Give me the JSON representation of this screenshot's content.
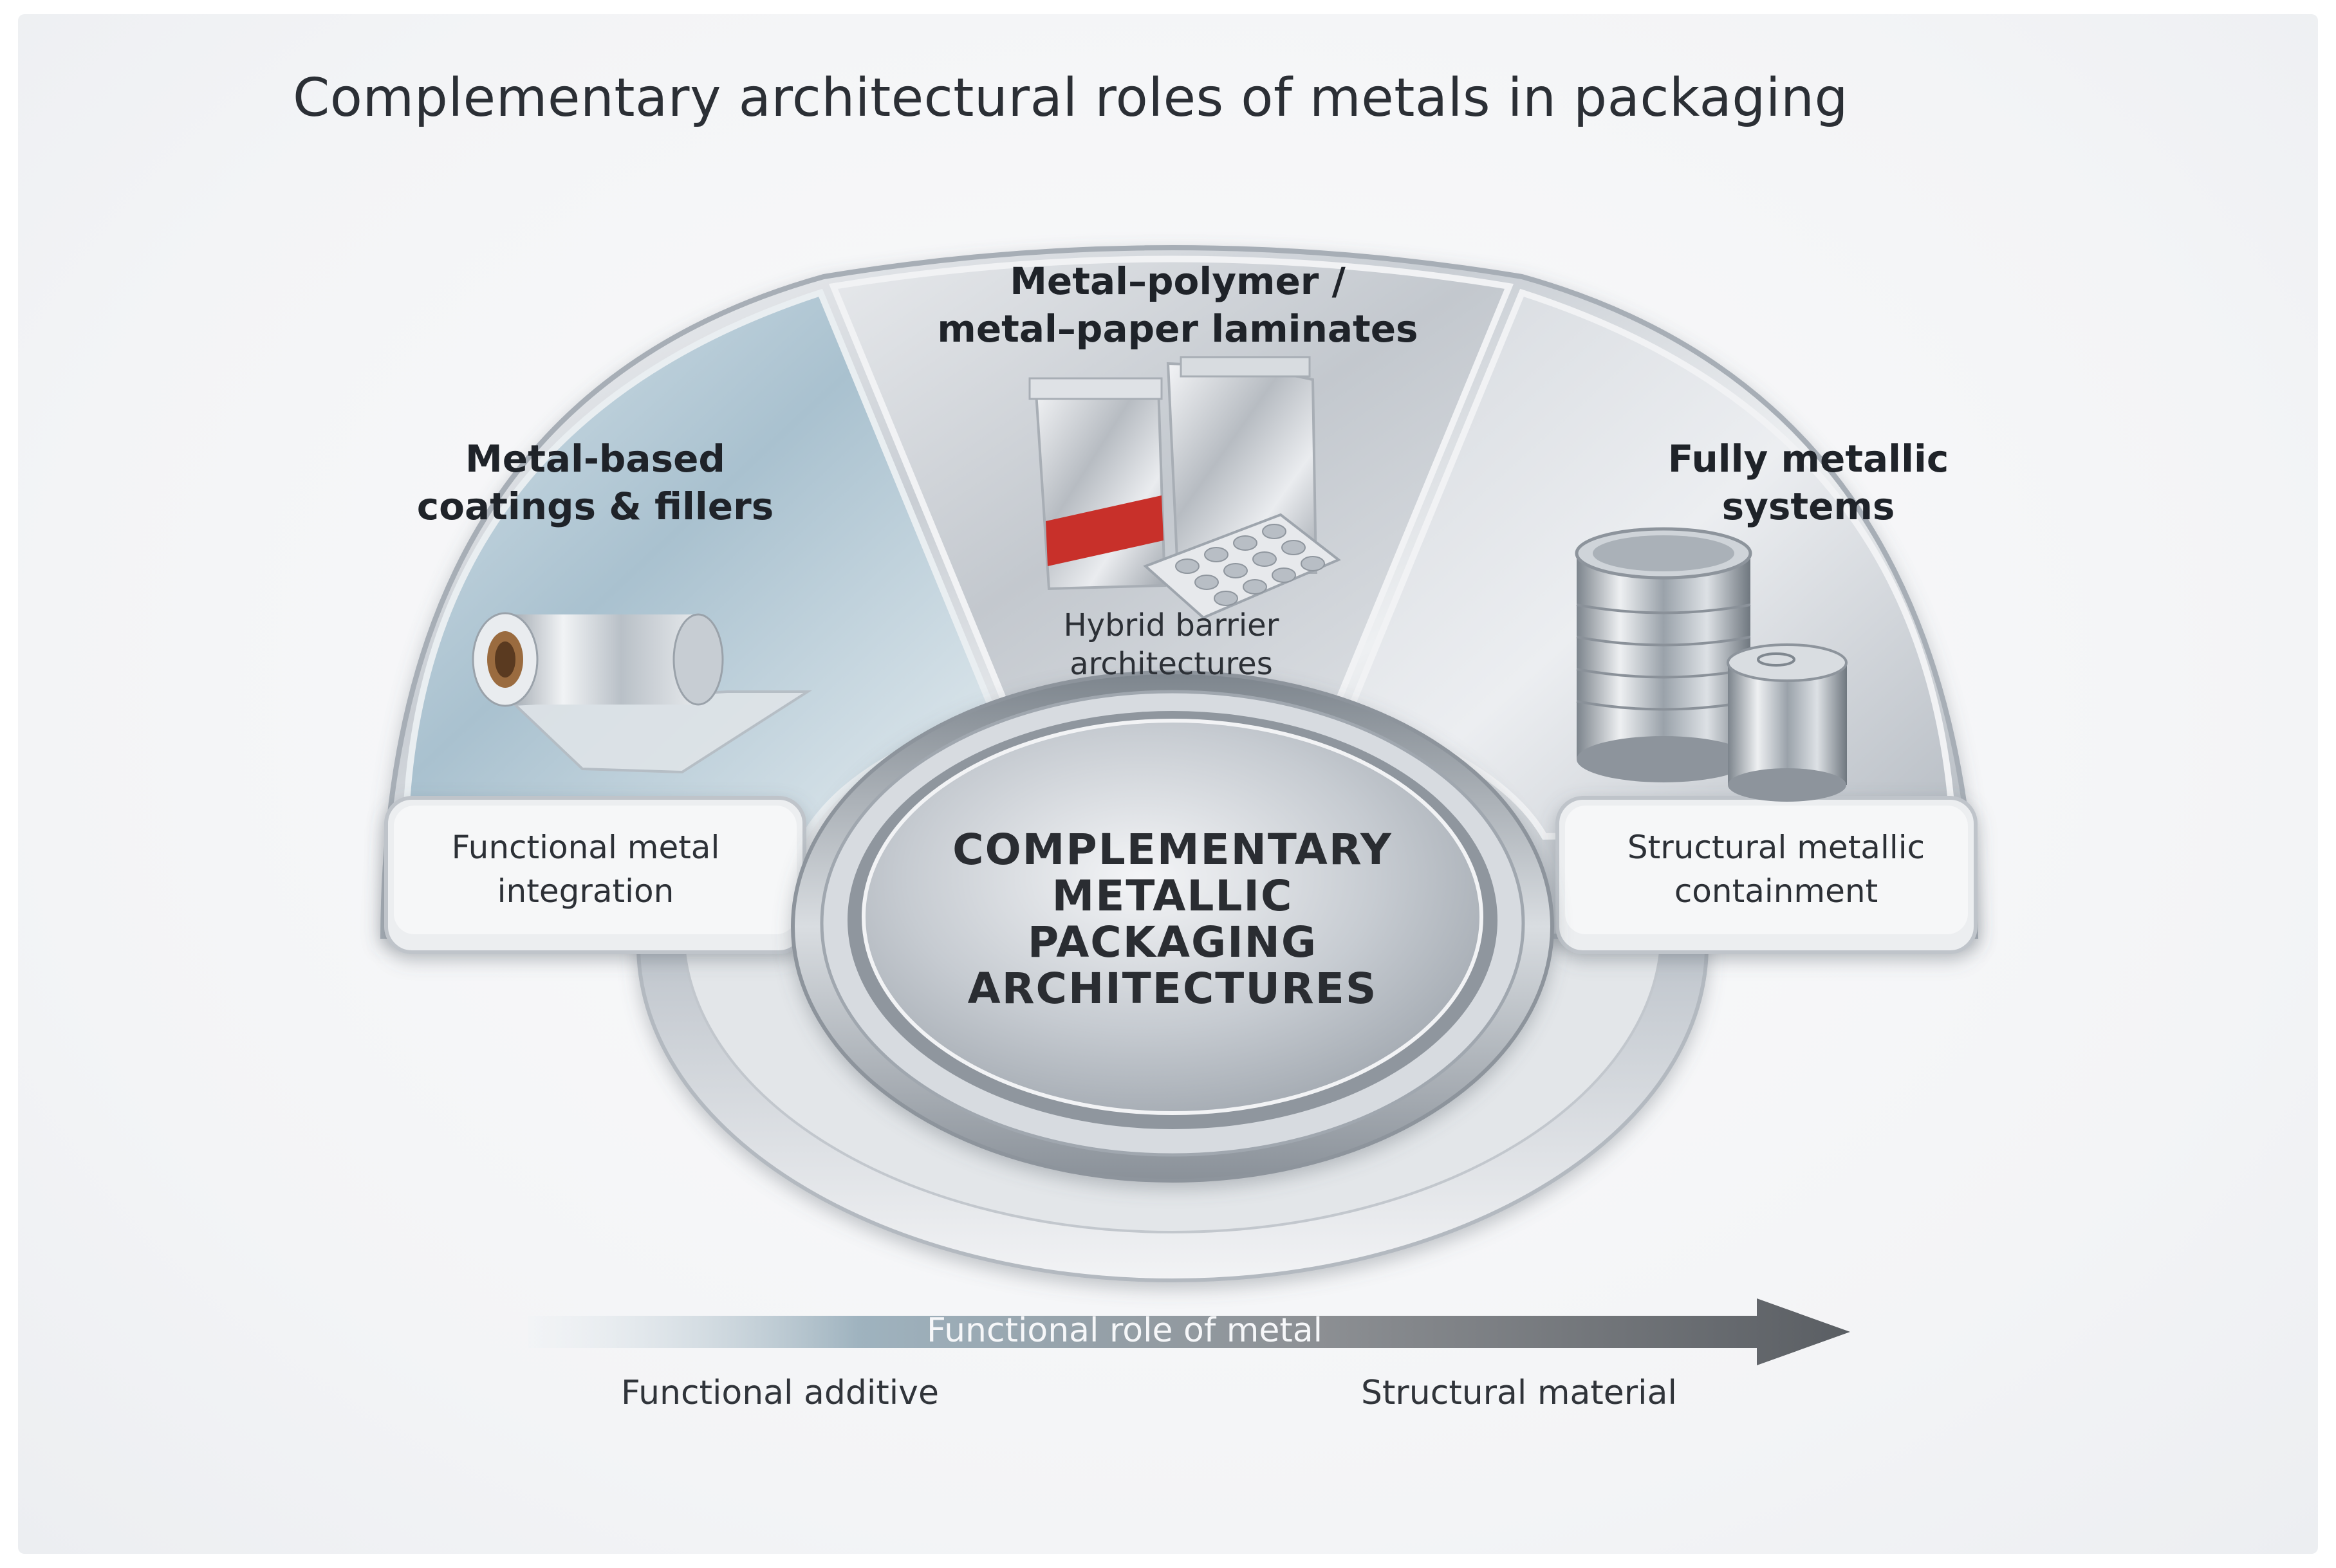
{
  "title": "Complementary architectural roles of metals in packaging",
  "segments": [
    {
      "label_lines": [
        "Metal-based",
        "coatings & fillers"
      ],
      "tab_lines": [
        "Functional metal",
        "integration"
      ],
      "icon": "foil-roll-icon"
    },
    {
      "label_lines": [
        "Metal–polymer /",
        "metal–paper laminates"
      ],
      "sub_lines": [
        "Hybrid barrier",
        "architectures"
      ],
      "icon": "laminate-pouch-and-blister-icon"
    },
    {
      "label_lines": [
        "Fully metallic",
        "systems"
      ],
      "tab_lines": [
        "Structural metallic",
        "containment"
      ],
      "icon": "metal-cans-icon"
    }
  ],
  "hub": {
    "lines": [
      "COMPLEMENTARY",
      "METALLIC",
      "PACKAGING",
      "ARCHITECTURES"
    ]
  },
  "axis": {
    "label": "Functional role of metal",
    "start": "Functional additive",
    "end": "Structural material"
  },
  "colors": {
    "accent_red": "#c8302a",
    "steel_light": "#eef0f3",
    "steel_dark": "#8e959d",
    "blue_tint": "#bcd3df"
  }
}
